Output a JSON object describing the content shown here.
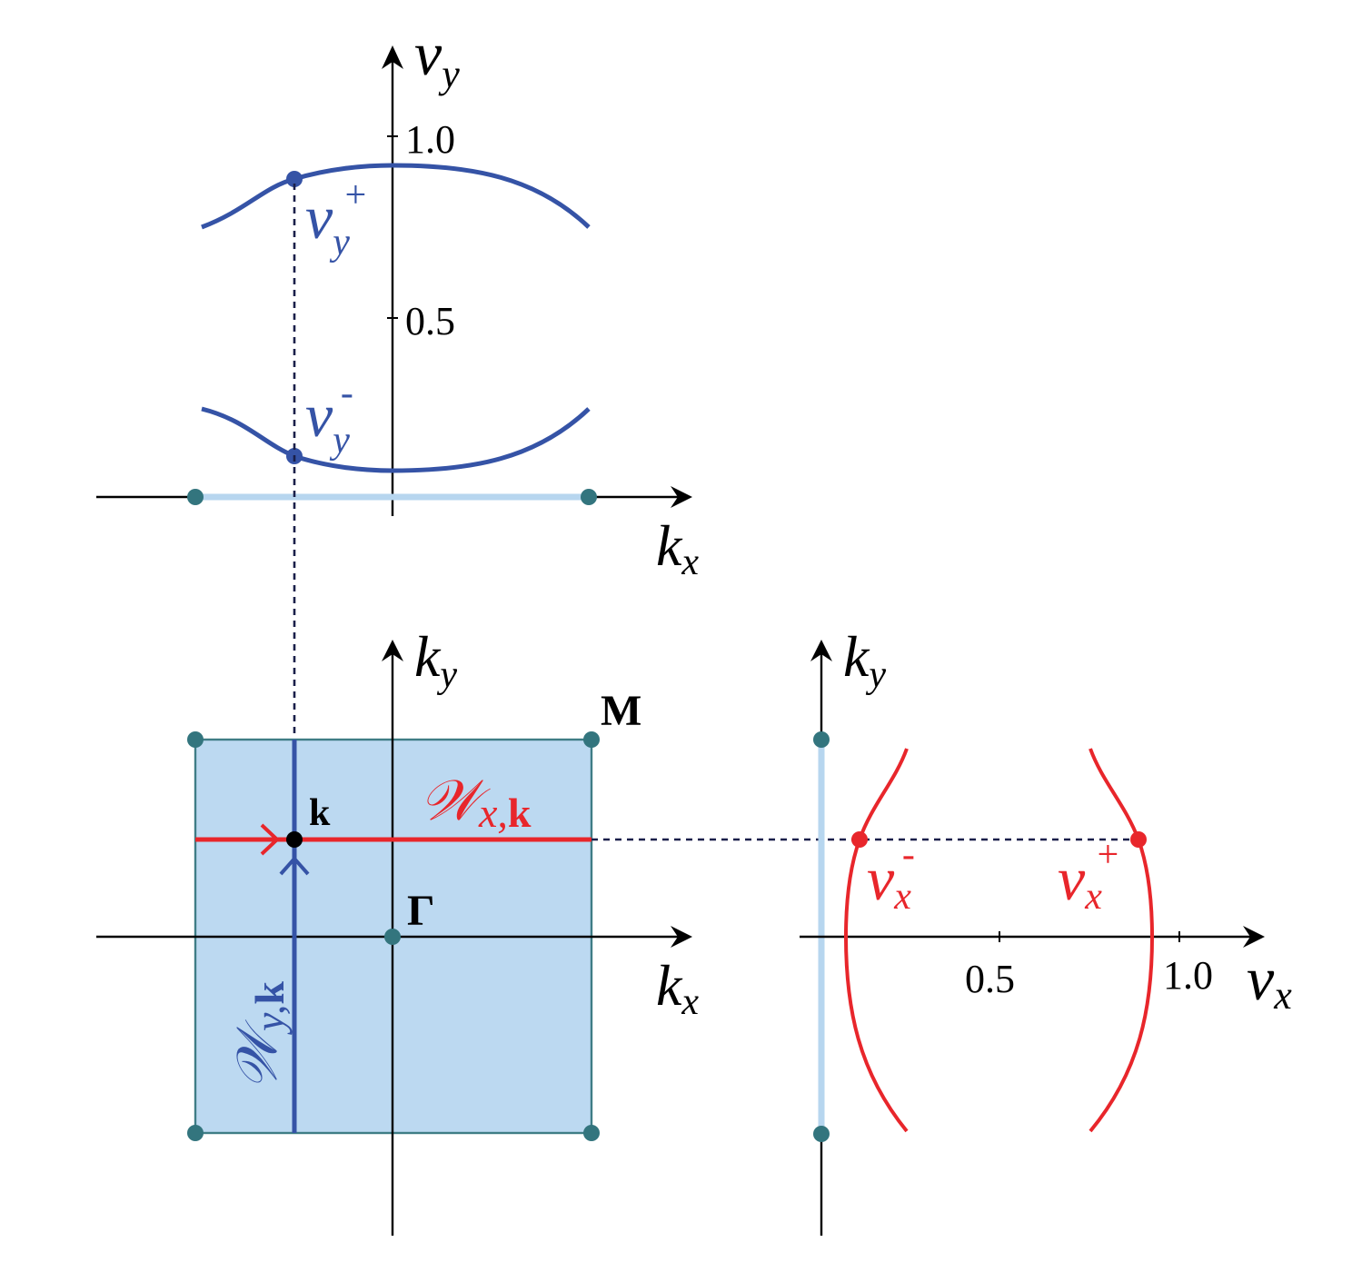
{
  "colors": {
    "blue": "#3553a6",
    "red": "#e8262b",
    "zone_fill": "#bcd9f1",
    "zone_edge": "#3f7d86",
    "light_blue": "#b7d6ef",
    "dot": "#33757e",
    "axis": "#000000",
    "dash": "#1a1f4a"
  },
  "top_panel": {
    "vy_axis": {
      "base": "ν",
      "sub": "y"
    },
    "kx_axis": {
      "base": "k",
      "sub": "x"
    },
    "tick_1": "1.0",
    "tick_05": "0.5",
    "vy_plus": {
      "base": "ν",
      "sub": "y",
      "sup": "+"
    },
    "vy_minus": {
      "base": "ν",
      "sub": "y",
      "sup": "-"
    }
  },
  "bz_panel": {
    "ky_axis": {
      "base": "k",
      "sub": "y"
    },
    "kx_axis": {
      "base": "k",
      "sub": "x"
    },
    "label_M": "M",
    "label_Gamma": "Γ",
    "label_k": "k",
    "wx": {
      "base": "𝒲",
      "sub_italic": "x,",
      "sub_bold": "k"
    },
    "wy": {
      "base": "𝒲",
      "sub_italic": "y,",
      "sub_bold": "k"
    }
  },
  "right_panel": {
    "ky_axis": {
      "base": "k",
      "sub": "y"
    },
    "vx_axis": {
      "base": "ν",
      "sub": "x"
    },
    "tick_05": "0.5",
    "tick_1": "1.0",
    "vx_minus": {
      "base": "ν",
      "sub": "x",
      "sup": "-"
    },
    "vx_plus": {
      "base": "ν",
      "sub": "x",
      "sup": "+"
    }
  }
}
